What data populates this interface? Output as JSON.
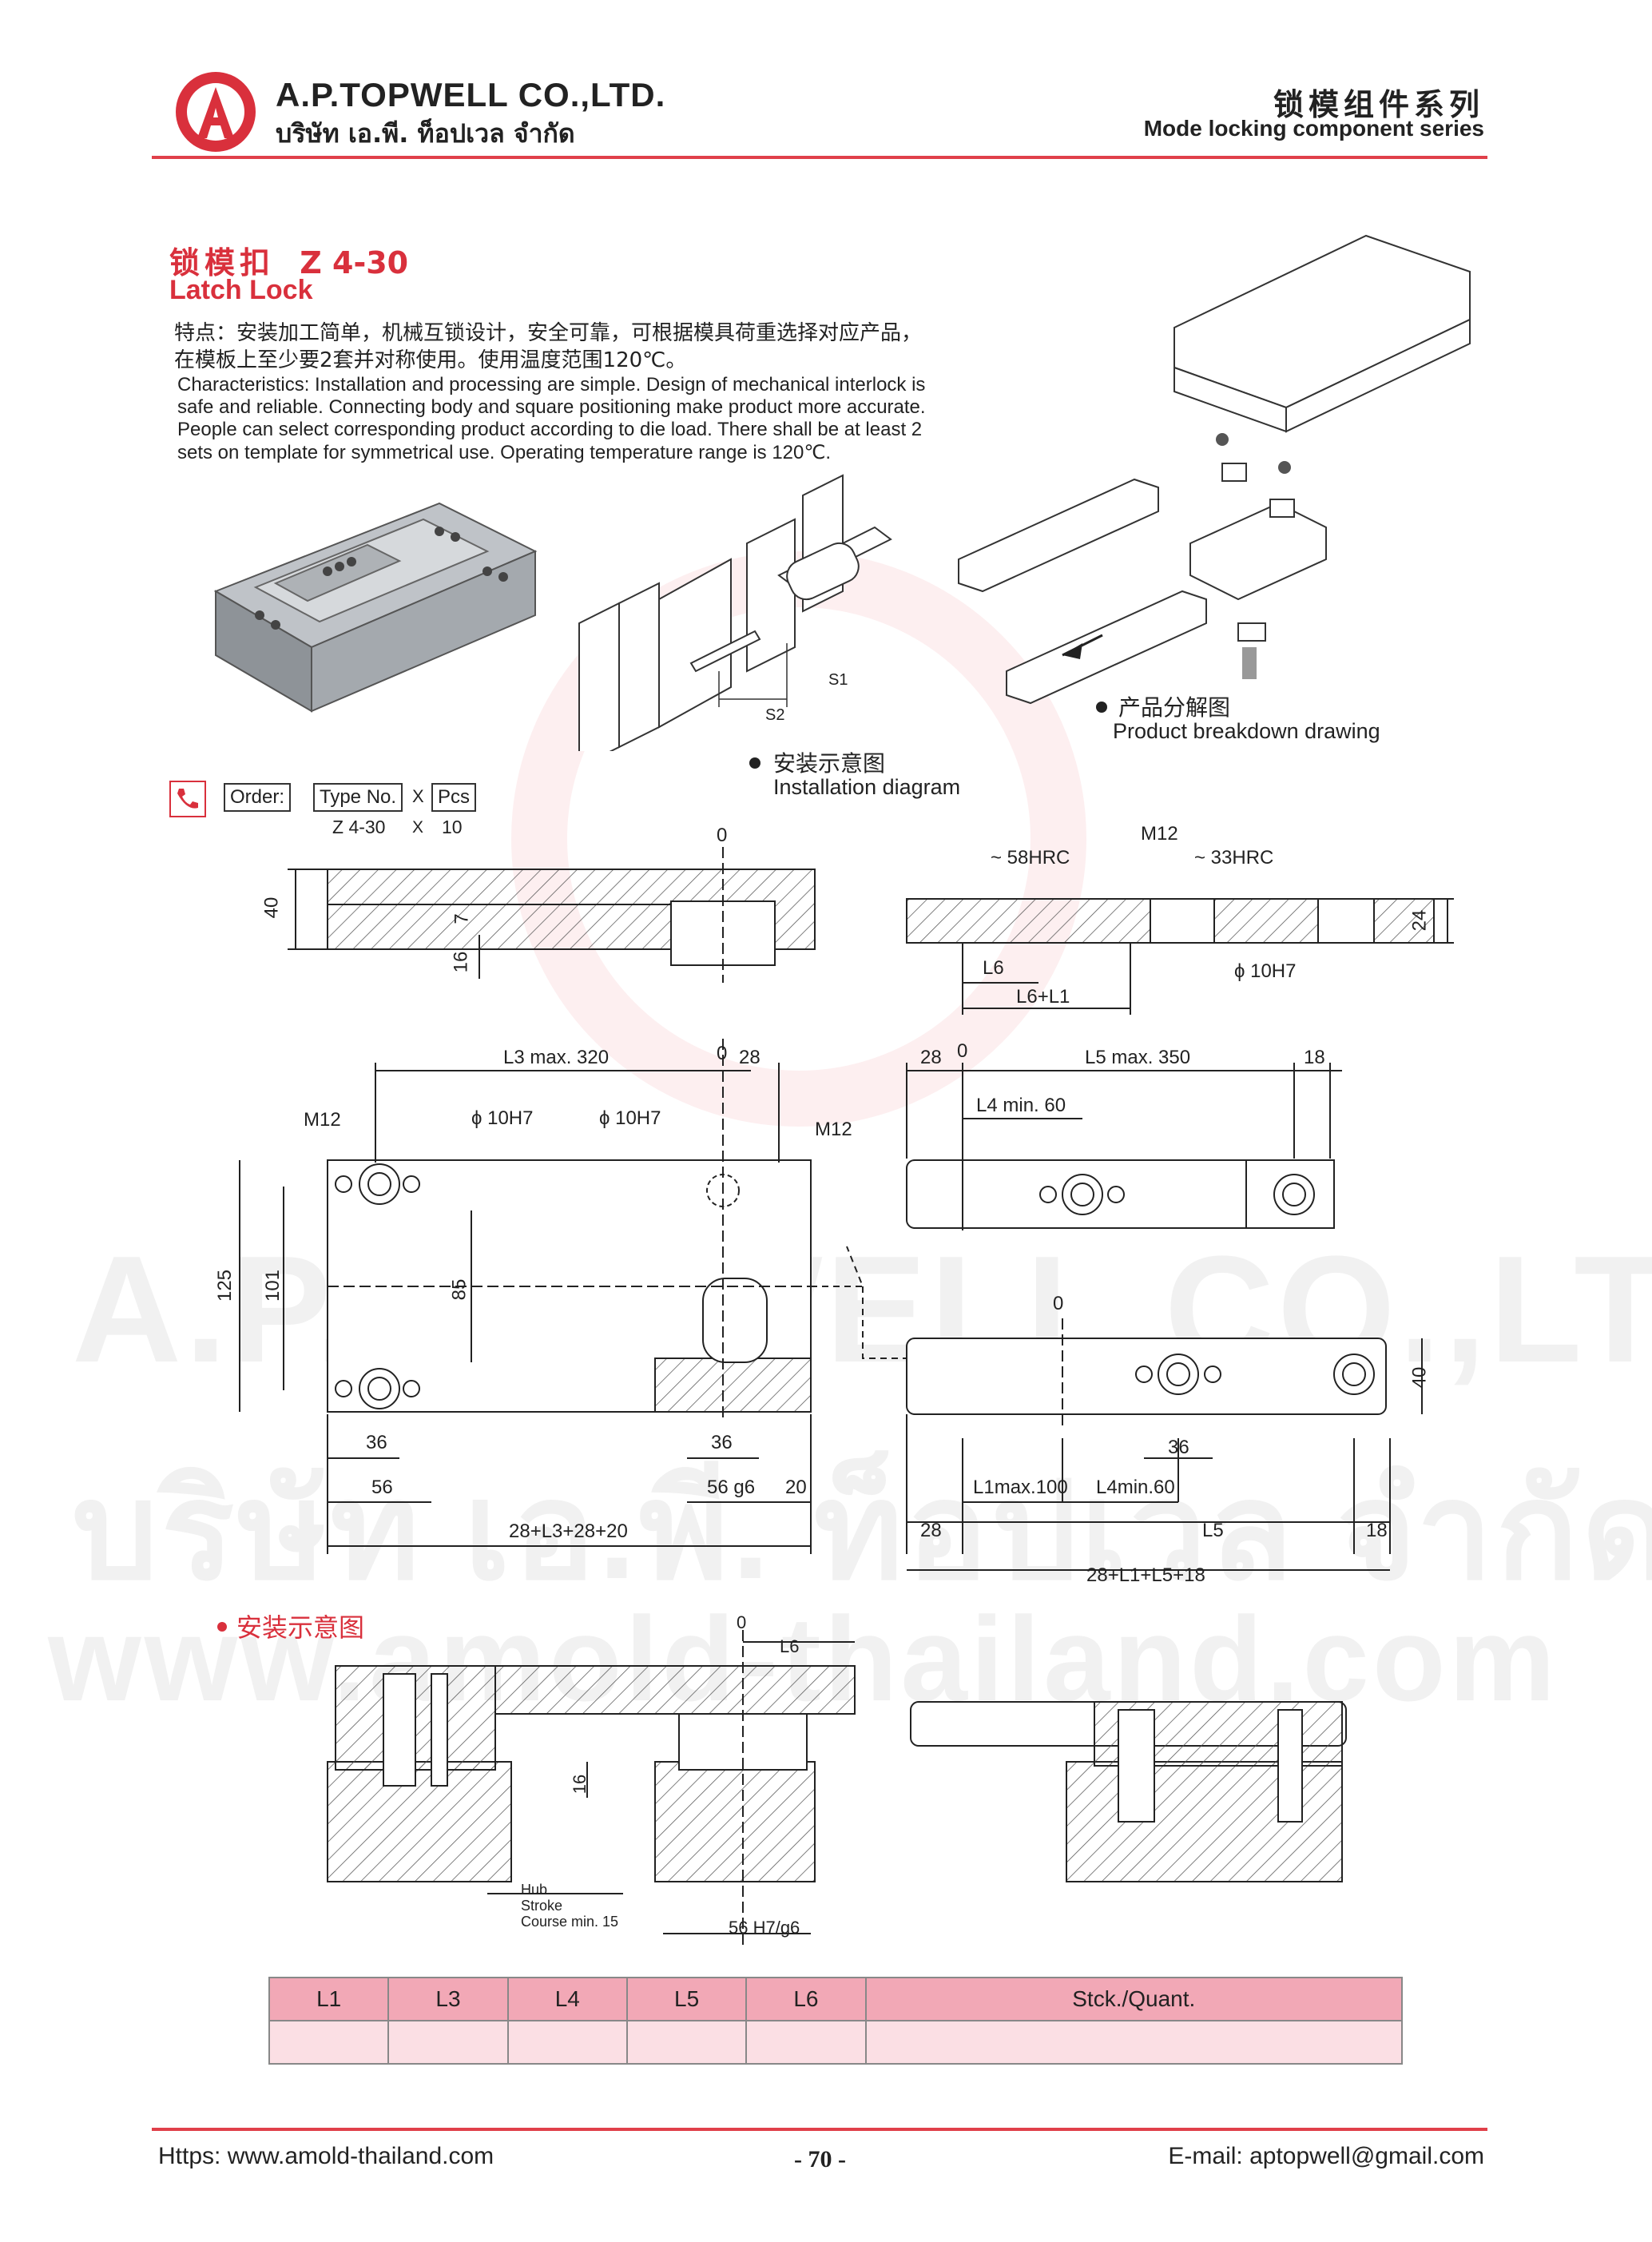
{
  "header": {
    "company_en": "A.P.TOPWELL CO.,LTD.",
    "company_th": "บริษัท เอ.พี. ท็อปเวล จำกัด",
    "series_cn": "锁模组件系列",
    "series_en": "Mode locking component series"
  },
  "product": {
    "title_cn": "锁模扣",
    "model": "Z 4-30",
    "title_en": "Latch Lock",
    "features_cn_1": "特点：安装加工简单，机械互锁设计，安全可靠，可根据模具荷重选择对应产品，",
    "features_cn_2": "在模板上至少要2套并对称使用。使用温度范围120℃。",
    "characteristics_1": "Characteristics: Installation and processing are simple. Design of mechanical interlock is",
    "characteristics_2": "safe and reliable. Connecting body and square positioning make product more accurate.",
    "characteristics_3": "People can select corresponding product according to die load. There shall be at least 2",
    "characteristics_4": "sets on template for symmetrical use. Operating temperature range is 120℃."
  },
  "captions": {
    "breakdown_cn": "产品分解图",
    "breakdown_en": "Product breakdown drawing",
    "install_cn": "安装示意图",
    "install_en": "Installation diagram",
    "install_section_cn": "安装示意图",
    "s1": "S1",
    "s2": "S2"
  },
  "order": {
    "label": "Order:",
    "type_label": "Type No.",
    "x": "X",
    "pcs_label": "Pcs",
    "example_type": "Z 4-30",
    "example_x": "X",
    "example_qty": "10"
  },
  "dims": {
    "d0": "0",
    "d40": "40",
    "d7": "7",
    "d16": "16",
    "hrc58": "~ 58HRC",
    "hrc33": "~ 33HRC",
    "m12": "M12",
    "d24": "24",
    "phi10h7": "ϕ 10H7",
    "l6": "L6",
    "l6l1": "L6+L1",
    "l3max": "L3 max. 320",
    "d28": "28",
    "l5max": "L5 max. 350",
    "d18": "18",
    "l4min": "L4 min. 60",
    "d125": "125",
    "d101": "101",
    "d85": "85",
    "d36": "36",
    "d56": "56",
    "d56g6": "56 g6",
    "d20": "20",
    "total_left": "28+L3+28+20",
    "l1max": "L1max.100",
    "l4min2": "L4min.60",
    "l5": "L5",
    "total_right": "28+L1+L5+18",
    "hub": "Hub",
    "stroke": "Stroke",
    "course": "Course min. 15",
    "d56h7g6": "56 H7/g6"
  },
  "table": {
    "headers": [
      "L1",
      "L3",
      "L4",
      "L5",
      "L6",
      "Stck./Quant."
    ],
    "row": [
      "",
      "",
      "",
      "",
      "",
      ""
    ]
  },
  "watermark": {
    "line1": "A.P.TOPWELL CO.,LTD.",
    "line2": "บริษัท เอ.พี. ท็อปเวล จำกัด",
    "line3": "www.amold-thailand.com"
  },
  "footer": {
    "website": "Https: www.amold-thailand.com",
    "page": "- 70 -",
    "email": "E-mail: aptopwell@gmail.com"
  },
  "colors": {
    "accent": "#d9303c",
    "table_header": "#f2a8b6",
    "table_row": "#fbdfe4"
  }
}
